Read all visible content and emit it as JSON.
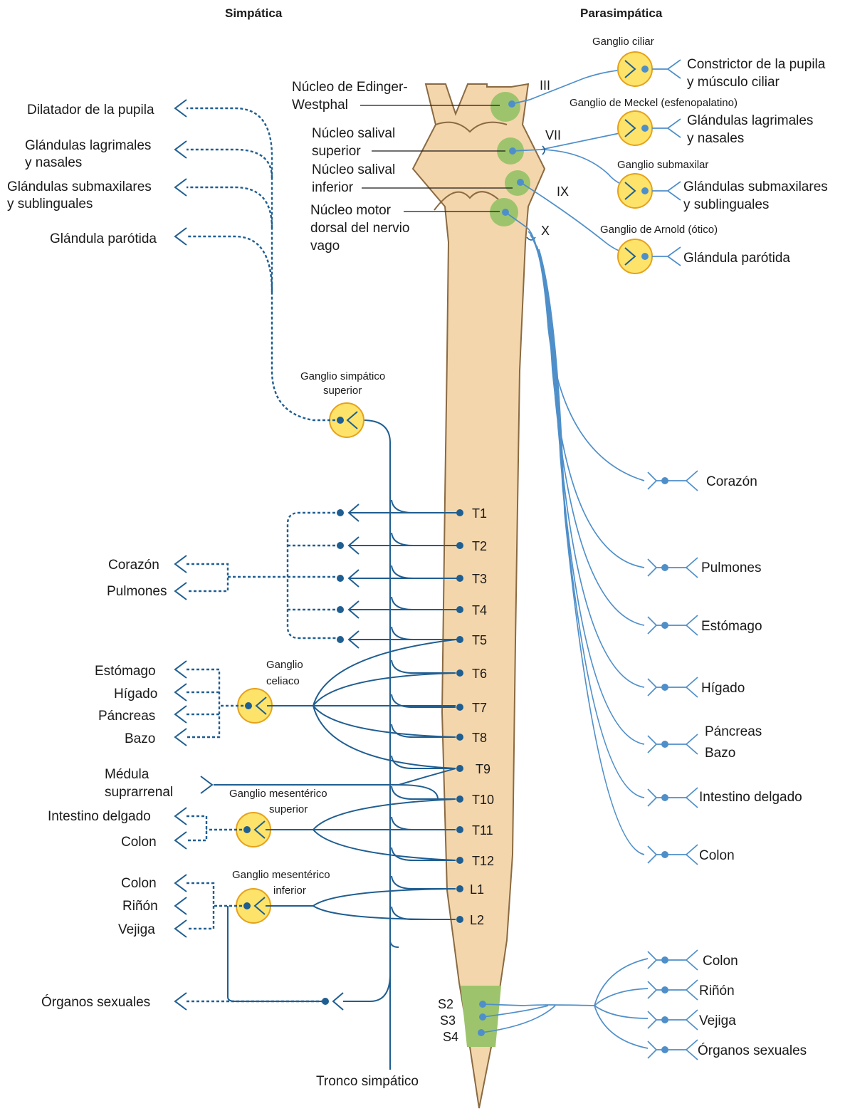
{
  "headers": {
    "sympathetic": "Simpática",
    "parasympathetic": "Parasimpática"
  },
  "nuclei": {
    "edinger": [
      "Núcleo de Edinger-",
      "Westphal"
    ],
    "salival_sup": [
      "Núcleo salival",
      "superior"
    ],
    "salival_inf": [
      "Núcleo salival",
      "inferior"
    ],
    "vago": [
      "Núcleo motor",
      "dorsal del nervio",
      "vago"
    ]
  },
  "cranial_nerves": [
    "III",
    "VII",
    "IX",
    "X"
  ],
  "para_ganglia": {
    "ciliar": "Ganglio ciliar",
    "meckel": "Ganglio de Meckel (esfenopalatino)",
    "submaxilar": "Ganglio submaxilar",
    "arnold": "Ganglio de Arnold (ótico)"
  },
  "para_head_targets": {
    "pupila": [
      "Constrictor de la pupila",
      "y músculo ciliar"
    ],
    "lagrimales": [
      "Glándulas lagrimales",
      "y nasales"
    ],
    "submax": [
      "Glándulas submaxilares",
      "y sublinguales"
    ],
    "parotida": "Glándula parótida"
  },
  "para_body_targets": [
    "Corazón",
    "Pulmones",
    "Estómago",
    "Hígado",
    "Páncreas",
    "Bazo",
    "Intestino delgado",
    "Colon"
  ],
  "para_sacral_targets": [
    "Colon",
    "Riñón",
    "Vejiga",
    "Órganos sexuales"
  ],
  "sacral_segments": [
    "S2",
    "S3",
    "S4"
  ],
  "thoracic_segments": [
    "T1",
    "T2",
    "T3",
    "T4",
    "T5",
    "T6",
    "T7",
    "T8",
    "T9",
    "T10",
    "T11",
    "T12",
    "L1",
    "L2"
  ],
  "symp_head_targets": {
    "pupila": "Dilatador de la pupila",
    "lagrimales": [
      "Glándulas lagrimales",
      "y nasales"
    ],
    "submax": [
      "Glándulas submaxilares",
      "y sublinguales"
    ],
    "parotida": "Glándula parótida"
  },
  "symp_ganglia": {
    "superior": [
      "Ganglio simpático",
      "superior"
    ],
    "celiaco": [
      "Ganglio",
      "celiaco"
    ],
    "mes_sup": [
      "Ganglio mesentérico",
      "superior"
    ],
    "mes_inf": [
      "Ganglio mesentérico",
      "inferior"
    ]
  },
  "symp_body_targets": {
    "thorax": [
      "Corazón",
      "Pulmones"
    ],
    "celiac": [
      "Estómago",
      "Hígado",
      "Páncreas",
      "Bazo"
    ],
    "adrenal": [
      "Médula",
      "suprarrenal"
    ],
    "mes_sup": [
      "Intestino delgado",
      "Colon"
    ],
    "mes_inf": [
      "Colon",
      "Riñón",
      "Vejiga"
    ],
    "sexual": "Órganos sexuales"
  },
  "trunk_label": "Tronco simpático",
  "colors": {
    "sympathetic": "#1f5e91",
    "parasympathetic": "#4f8fc9",
    "cord": "#f4d6ac",
    "ganglion": "#fde36a",
    "nucleus": "#9dc46c",
    "sacral": "#9dc46c"
  }
}
